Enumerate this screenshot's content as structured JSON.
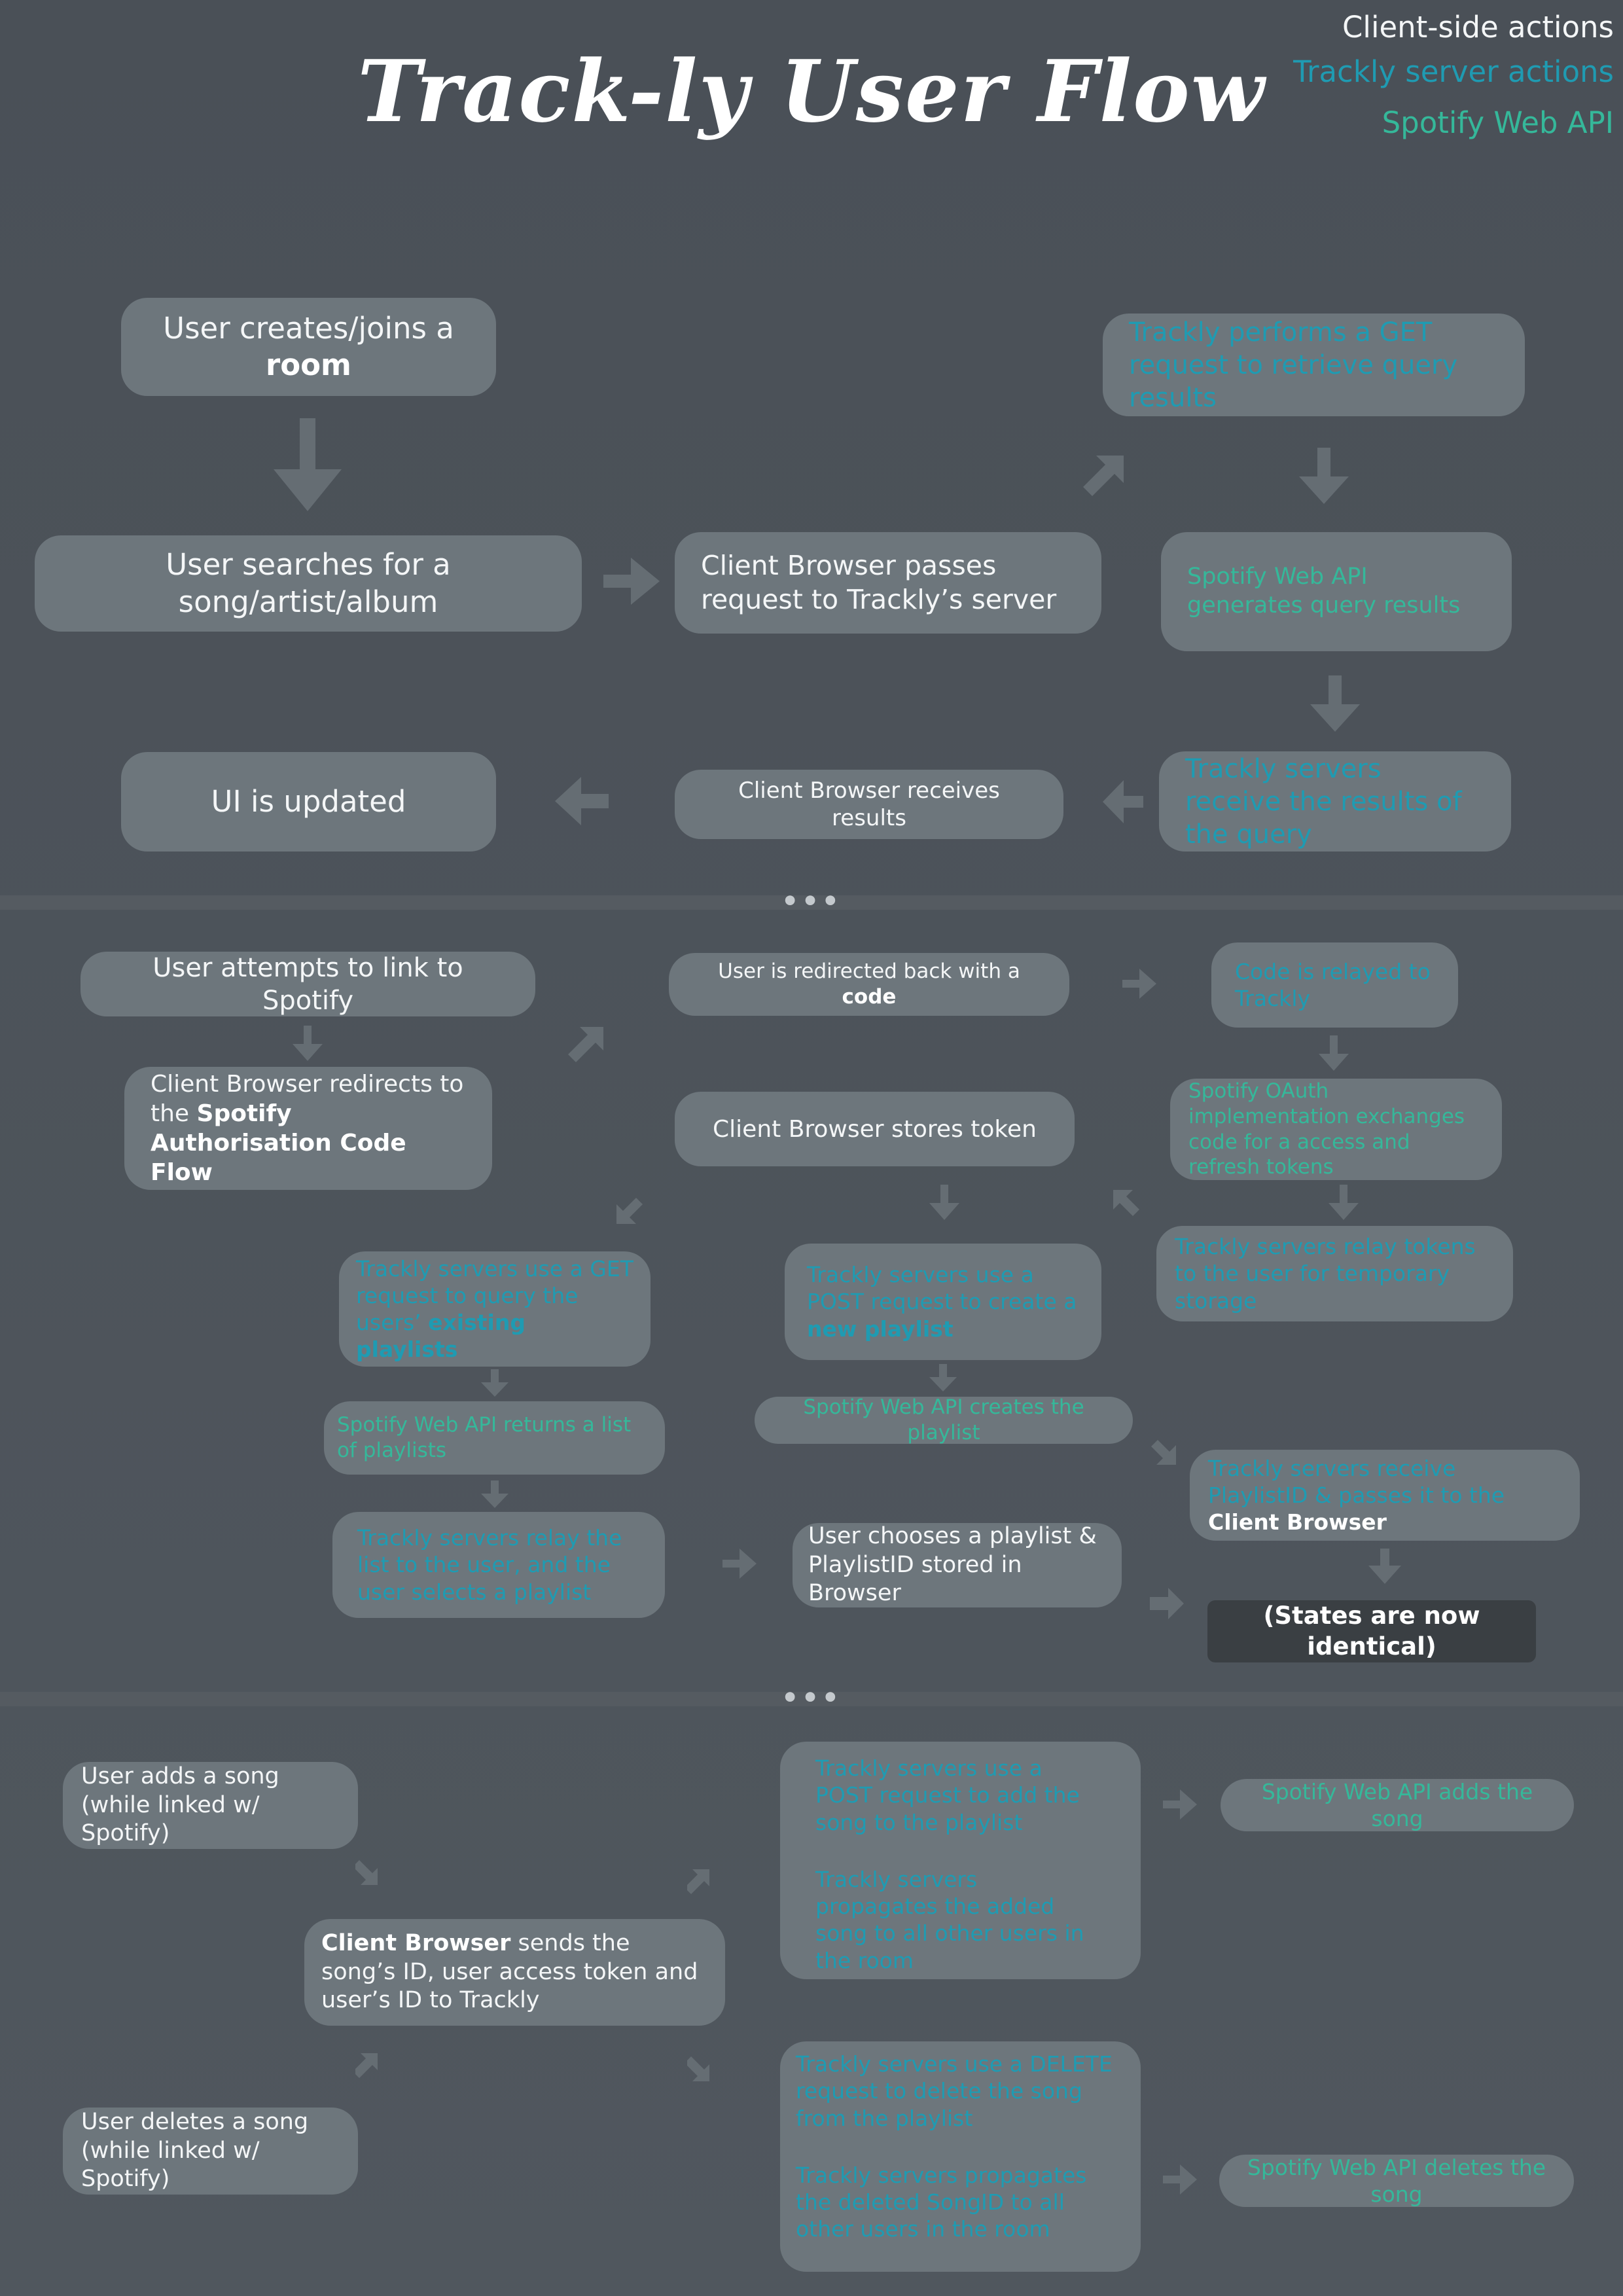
{
  "title": "Track-ly User Flow",
  "legend": {
    "client": "Client-side actions",
    "server": "Trackly server actions",
    "spotify": "Spotify Web API"
  },
  "colors": {
    "client": "#f4f6f7",
    "server": "#1f9bb2",
    "spotify": "#35b89a",
    "box": "#6d767c",
    "background": "#4d545a"
  },
  "separator": "•••",
  "sections": {
    "search": {
      "create_join": {
        "text": "User creates/joins a ",
        "bold": "room"
      },
      "search_song": "User searches for a song/artist/album",
      "browser_passes": "Client Browser passes request to Trackly’s server",
      "get_request": "Trackly performs a GET request to retrieve query results",
      "api_generates": "Spotify Web API generates query results",
      "receive_results": "Trackly servers receive the results of the query",
      "browser_receives": "Client Browser receives results",
      "ui_updated": "UI is updated"
    },
    "link": {
      "attempt_link": "User attempts to link to Spotify",
      "redirect": {
        "text": "Client Browser redirects to the ",
        "bold": "Spotify Authorisation Code Flow"
      },
      "redirected_back": {
        "text": "User is redirected back with a ",
        "bold": "code"
      },
      "code_relayed": "Code is relayed to Trackly",
      "oauth_exchange": "Spotify OAuth implementation exchanges code for a access and refresh tokens",
      "relay_tokens": "Trackly servers relay tokens to the user for temporary storage",
      "stores_token": "Client Browser stores token",
      "get_playlists": {
        "text": "Trackly servers use a GET request to query the users’ ",
        "bold": "existing playlists"
      },
      "post_playlist": {
        "text": "Trackly servers use a POST request to create a ",
        "bold": "new playlist"
      },
      "api_returns_list": "Spotify Web API returns a list of playlists",
      "api_creates_playlist": "Spotify Web API creates the playlist",
      "relay_list": "Trackly servers relay the list to the user, and the user selects a playlist",
      "user_chooses": "User chooses a playlist & PlaylistID stored in Browser",
      "receive_playlistid": {
        "text": "Trackly servers receive PlaylistID & passes it to the ",
        "bold": "Client Browser"
      },
      "states_identical": "(States are now identical)"
    },
    "sync": {
      "user_adds": "User adds a song (while linked w/ Spotify)",
      "user_deletes": "User deletes a song (while linked w/ Spotify)",
      "browser_sends": {
        "bold": "Client Browser",
        "text": " sends the song’s ID, user access token and user’s ID to Trackly"
      },
      "post_add": "Trackly servers use a POST request to add the song to the playlist",
      "propagate_add": "Trackly servers propagates the added song to all other users in the room",
      "delete_request": "Trackly servers use a DELETE request to delete the song from the playlist",
      "propagate_delete": "Trackly servers propagates the deleted SongID to all other users in the room",
      "api_adds": "Spotify Web API adds the song",
      "api_deletes": "Spotify Web API deletes the song"
    }
  }
}
